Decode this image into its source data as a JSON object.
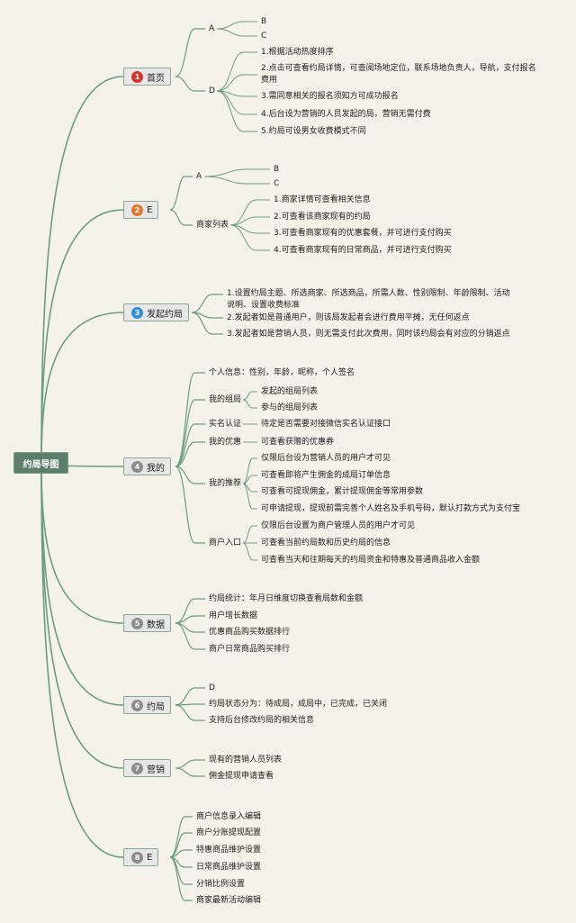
{
  "root": "约局导图",
  "edge_color": "#6a9e82",
  "branches": [
    {
      "num": "1",
      "label": "首页",
      "badge_color": "#d9342b",
      "children": [
        {
          "label": "A",
          "children": [
            {
              "label": "B"
            },
            {
              "label": "C"
            }
          ]
        },
        {
          "label": "D",
          "children": [
            {
              "label": "1.根据活动热度排序"
            },
            {
              "label": "2.点击可查看约局详情，可查阅场地定位，联系场地负责人，导航，支付报名费用"
            },
            {
              "label": "3.需同意相关的报名须知方可成功报名"
            },
            {
              "label": "4.后台设为营销的人员发起的局，营销无需付费"
            },
            {
              "label": "5.约局可设男女收费模式不同"
            }
          ]
        }
      ]
    },
    {
      "num": "2",
      "label": "E",
      "badge_color": "#e0772b",
      "children": [
        {
          "label": "A",
          "children": [
            {
              "label": "B"
            },
            {
              "label": "C"
            }
          ]
        },
        {
          "label": "商家列表",
          "children": [
            {
              "label": "1.商家详情可查看相关信息"
            },
            {
              "label": "2.可查看该商家现有的约局"
            },
            {
              "label": "3.可查看商家现有的优惠套餐，并可进行支付购买"
            },
            {
              "label": "4.可查看商家现有的日常商品，并可进行支付购买"
            }
          ]
        }
      ]
    },
    {
      "num": "3",
      "label": "发起约局",
      "badge_color": "#2f8fd8",
      "children": [
        {
          "label": "1.设置约局主题、所选商家、所选商品，所需人数、性别限制、年龄限制、活动说明、设置收费标准"
        },
        {
          "label": "2.发起者如是普通用户，则该局发起者会进行费用平摊，无任何返点"
        },
        {
          "label": "3.发起者如是营销人员，则无需支付此次费用，同时该约局会有对应的分销返点"
        }
      ]
    },
    {
      "num": "4",
      "label": "我的",
      "badge_color": "#8c8c8c",
      "children": [
        {
          "label": "个人信息：性别，年龄，昵称，个人签名"
        },
        {
          "label": "我的组局",
          "children": [
            {
              "label": "发起的组局列表"
            },
            {
              "label": "参与的组局列表"
            }
          ]
        },
        {
          "label": "实名认证",
          "children": [
            {
              "label": "待定是否需要对接微信实名认证接口"
            }
          ]
        },
        {
          "label": "我的优惠",
          "children": [
            {
              "label": "可查看获赠的优惠券"
            }
          ]
        },
        {
          "label": "我的推荐",
          "children": [
            {
              "label": "仅限后台设为营销人员的用户才可见"
            },
            {
              "label": "可查看即将产生佣金的成局订单信息"
            },
            {
              "label": "可查看可提现佣金，累计提现佣金等常用参数"
            },
            {
              "label": "可申请提现，提现前需完善个人姓名及手机号码，默认打款方式为支付宝"
            }
          ]
        },
        {
          "label": "商户入口",
          "children": [
            {
              "label": "仅限后台设置为商户管理人员的用户才可见"
            },
            {
              "label": "可查看当前约局数和历史约局的信息"
            },
            {
              "label": "可查看当天和往期每天的约局资金和特惠及普通商品收入金额"
            }
          ]
        }
      ]
    },
    {
      "num": "5",
      "label": "数据",
      "badge_color": "#8c8c8c",
      "children": [
        {
          "label": "约局统计：年月日维度切换查看局数和金额"
        },
        {
          "label": "用户增长数据"
        },
        {
          "label": "优惠商品购买数据排行"
        },
        {
          "label": "商户日常商品购买排行"
        }
      ]
    },
    {
      "num": "6",
      "label": "约局",
      "badge_color": "#8c8c8c",
      "children": [
        {
          "label": "D"
        },
        {
          "label": "约局状态分为：待成局，成局中，已完成，已关闭"
        },
        {
          "label": "支持后台修改约局的相关信息"
        }
      ]
    },
    {
      "num": "7",
      "label": "营销",
      "badge_color": "#8c8c8c",
      "children": [
        {
          "label": "现有的营销人员列表"
        },
        {
          "label": "佣金提现申请查看"
        }
      ]
    },
    {
      "num": "8",
      "label": "E",
      "badge_color": "#8c8c8c",
      "children": [
        {
          "label": "商户信息录入编辑"
        },
        {
          "label": "商户分账提现配置"
        },
        {
          "label": "特惠商品维护设置"
        },
        {
          "label": "日常商品维护设置"
        },
        {
          "label": "分销比例设置"
        },
        {
          "label": "商家最新活动编辑"
        }
      ]
    }
  ]
}
